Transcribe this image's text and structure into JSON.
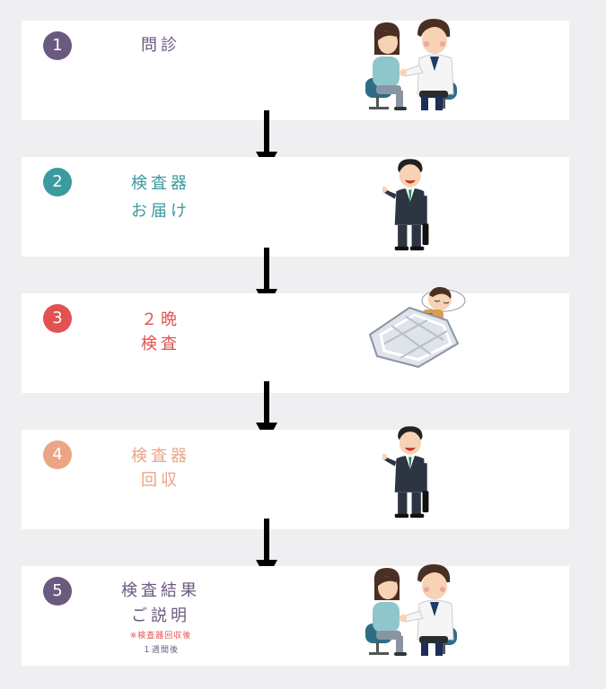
{
  "colors": {
    "background": "#efeff1",
    "card": "#ffffff",
    "step1": "#6b5a80",
    "step2": "#3b9ba0",
    "step3": "#e15250",
    "step4": "#eba585",
    "step5": "#6b5a80",
    "arrow": "#000000"
  },
  "steps": [
    {
      "number": "1",
      "lines": [
        "問診"
      ],
      "icon": "doctor-consultation-icon"
    },
    {
      "number": "2",
      "lines": [
        "検査器",
        "お届け"
      ],
      "icon": "businessman-delivery-icon"
    },
    {
      "number": "3",
      "lines": [
        "２晩",
        "検査"
      ],
      "icon": "sleeping-test-icon"
    },
    {
      "number": "4",
      "lines": [
        "検査器",
        "回収"
      ],
      "icon": "businessman-collection-icon"
    },
    {
      "number": "5",
      "lines": [
        "検査結果",
        "ご説明"
      ],
      "note": [
        "※検査器回収後",
        "１週間後"
      ],
      "icon": "doctor-consultation-icon"
    }
  ]
}
